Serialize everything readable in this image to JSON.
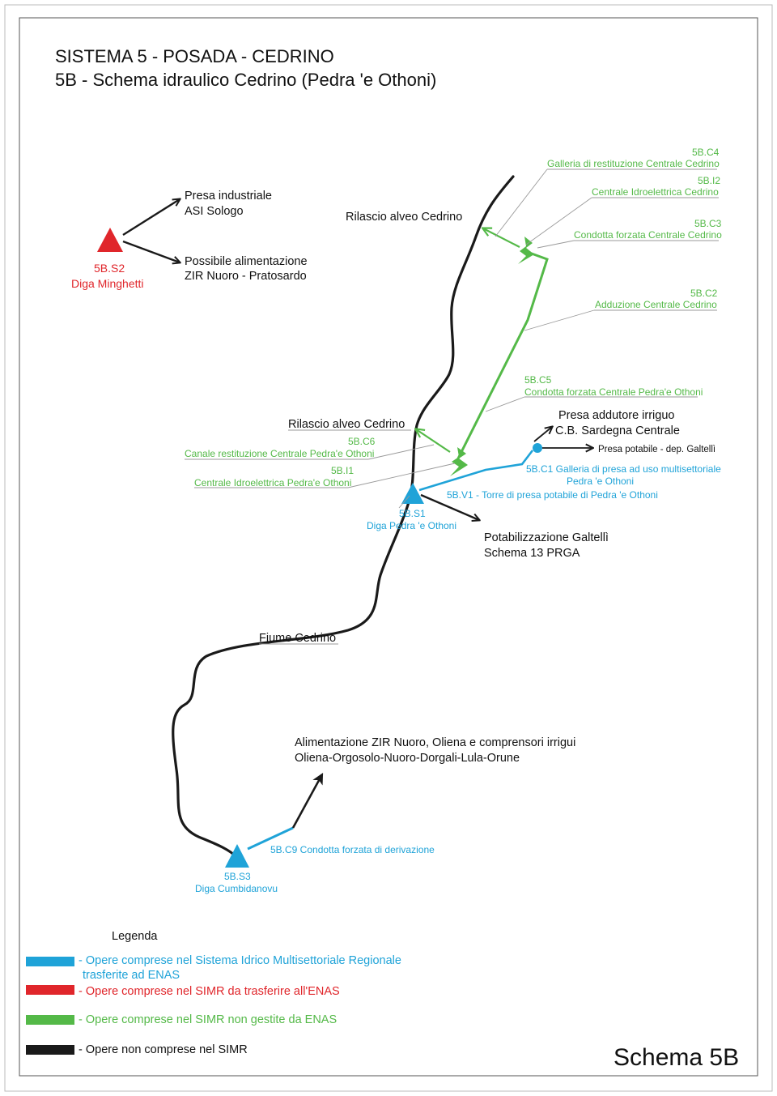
{
  "colors": {
    "black": "#1a1a1a",
    "green": "#54b948",
    "blue": "#1fa3d8",
    "red": "#e0262b",
    "grey": "#9a9a9a"
  },
  "title": {
    "line1": "SISTEMA 5 - POSADA - CEDRINO",
    "line2": "5B - Schema idraulico Cedrino (Pedra 'e Othoni)"
  },
  "labels": {
    "presa_industriale_1": "Presa industriale",
    "presa_industriale_2": "ASI Sologo",
    "possibile_1": "Possibile alimentazione",
    "possibile_2": "ZIR Nuoro - Pratosardo",
    "rilascio_top": "Rilascio  alveo Cedrino",
    "s2_code": "5B.S2",
    "s2_name": "Diga Minghetti",
    "c4_code": "5B.C4",
    "c4_name": "Galleria di restituzione Centrale Cedrino",
    "i2_code": "5B.I2",
    "i2_name": "Centrale Idroelettrica Cedrino",
    "c3_code": "5B.C3",
    "c3_name": "Condotta forzata Centrale Cedrino",
    "c2_code": "5B.C2",
    "c2_name": "Adduzione Centrale Cedrino",
    "c5_code": "5B.C5",
    "c5_name": "Condotta forzata Centrale Pedra'e Othoni",
    "rilascio_mid": "Rilascio  alveo Cedrino",
    "c6_code": "5B.C6",
    "c6_name": "Canale restituzione Centrale Pedra'e Othoni",
    "i1_code": "5B.I1",
    "i1_name": "Centrale Idroelettrica Pedra'e Othoni",
    "presa_addutore_1": "Presa addutore irriguo",
    "presa_addutore_2": "C.B. Sardegna Centrale",
    "presa_potabile": "Presa potabile - dep. Galtellì",
    "c1_line1": "5B.C1 Galleria di presa ad uso multisettoriale",
    "c1_line2": "Pedra 'e Othoni",
    "v1": "5B.V1 - Torre di presa potabile di Pedra 'e Othoni",
    "s1_code": "5B.S1",
    "s1_name": "Diga Pedra 'e Othoni",
    "potab_1": "Potabilizzazione Galtellì",
    "potab_2": "Schema 13 PRGA",
    "fiume": "Fiume Cedrino",
    "alim_1": "Alimentazione ZIR Nuoro, Oliena e comprensori irrigui",
    "alim_2": "Oliena-Orgosolo-Nuoro-Dorgali-Lula-Orune",
    "c9": "5B.C9 Condotta forzata di derivazione",
    "s3_code": "5B.S3",
    "s3_name": "Diga Cumbidanovu"
  },
  "legend": {
    "title": "Legenda",
    "blue_1": "- Opere comprese nel Sistema Idrico Multisettoriale Regionale",
    "blue_2": "trasferite ad ENAS",
    "red": "- Opere comprese nel SIMR da trasferire all'ENAS",
    "green": "- Opere comprese nel SIMR non gestite da ENAS",
    "black": "- Opere non comprese nel SIMR"
  },
  "footer": {
    "schema": "Schema 5B"
  },
  "icons": {
    "dam": "triangle-dam-icon",
    "plant": "lightning-bolt-icon",
    "intake": "circle-intake-icon",
    "arrow": "arrowhead-icon"
  }
}
